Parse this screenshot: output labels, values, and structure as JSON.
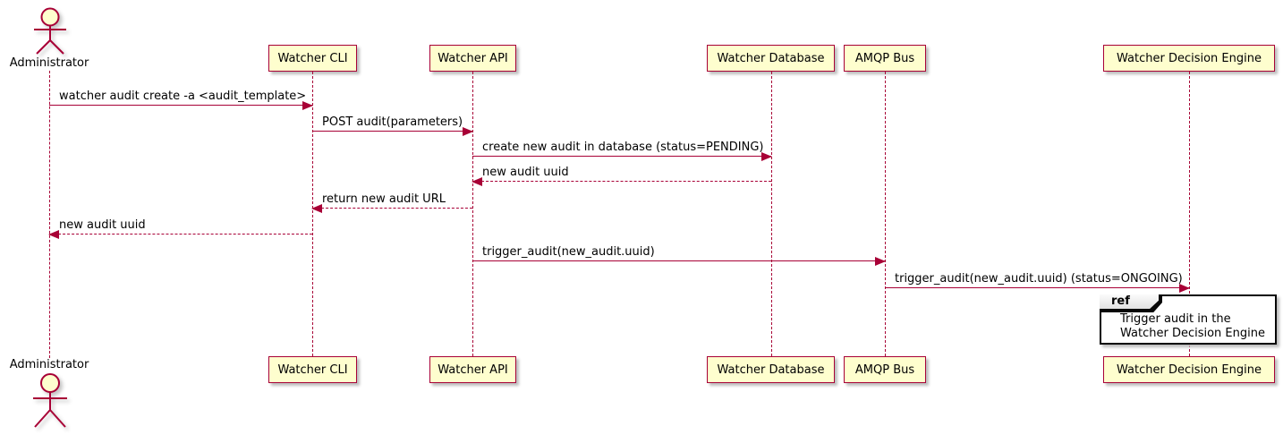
{
  "diagram": {
    "kind": "sequence-diagram"
  },
  "colors": {
    "participant_fill": "#FEFECE",
    "participant_border": "#A80036",
    "line_color": "#A80036",
    "text_color": "#000000",
    "ref_border": "#070707",
    "ref_header_fill": "#EEEEEE",
    "ref_body_fill": "#FFFFFF",
    "background": "#FFFFFF"
  },
  "participants": [
    {
      "id": "administrator",
      "kind": "actor",
      "label": "Administrator"
    },
    {
      "id": "watcher-cli",
      "kind": "participant",
      "label": "Watcher CLI"
    },
    {
      "id": "watcher-api",
      "kind": "participant",
      "label": "Watcher API"
    },
    {
      "id": "watcher-database",
      "kind": "participant",
      "label": "Watcher Database"
    },
    {
      "id": "amqp-bus",
      "kind": "participant",
      "label": "AMQP Bus"
    },
    {
      "id": "watcher-decision-engine",
      "kind": "participant",
      "label": "Watcher Decision Engine"
    }
  ],
  "messages": [
    {
      "from": "Administrator",
      "to": "Watcher CLI",
      "style": "solid",
      "label": "watcher audit create -a <audit_template>"
    },
    {
      "from": "Watcher CLI",
      "to": "Watcher API",
      "style": "solid",
      "label": "POST audit(parameters)"
    },
    {
      "from": "Watcher API",
      "to": "Watcher Database",
      "style": "solid",
      "label": "create new audit in database (status=PENDING)"
    },
    {
      "from": "Watcher Database",
      "to": "Watcher API",
      "style": "dashed",
      "label": "new audit uuid"
    },
    {
      "from": "Watcher API",
      "to": "Watcher CLI",
      "style": "dashed",
      "label": "return new audit URL"
    },
    {
      "from": "Watcher CLI",
      "to": "Administrator",
      "style": "dashed",
      "label": "new audit uuid"
    },
    {
      "from": "Watcher API",
      "to": "AMQP Bus",
      "style": "solid",
      "label": "trigger_audit(new_audit.uuid)"
    },
    {
      "from": "AMQP Bus",
      "to": "Watcher Decision Engine",
      "style": "solid",
      "label": "trigger_audit(new_audit.uuid) (status=ONGOING)"
    }
  ],
  "ref": {
    "keyword": "ref",
    "lines": [
      "Trigger audit in the",
      "Watcher Decision Engine"
    ]
  }
}
